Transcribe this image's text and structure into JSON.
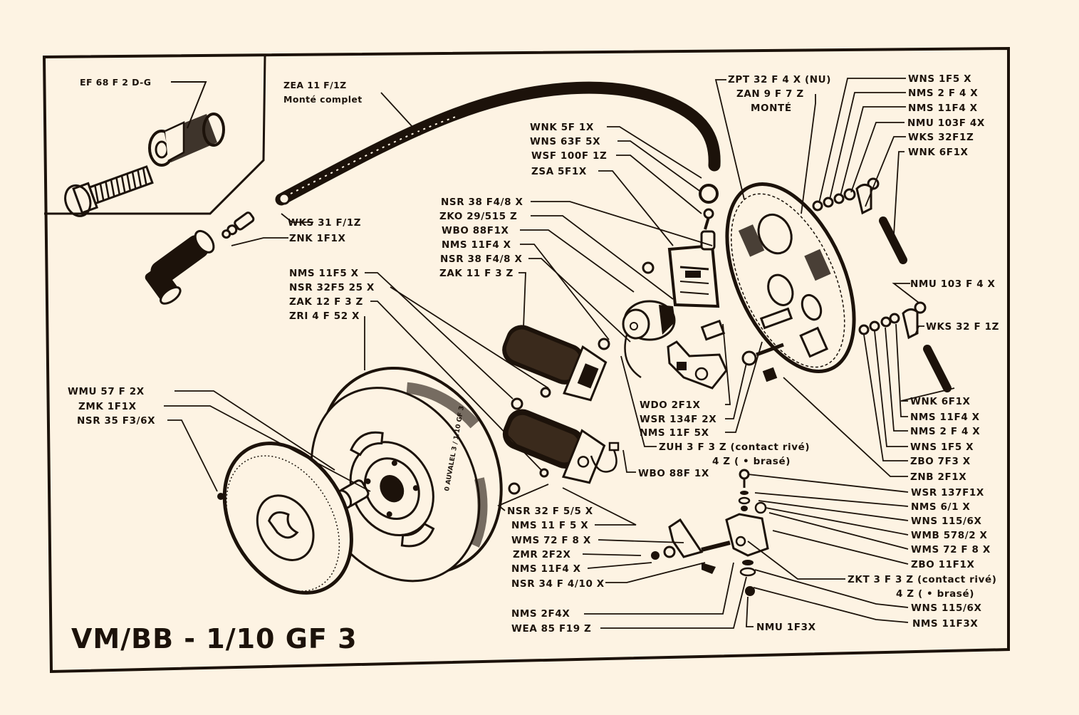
{
  "diagram": {
    "title": "VM/BB - 1/10 GF 3",
    "colors": {
      "paper": "#fdf3e3",
      "ink": "#1c120a"
    },
    "inset": {
      "part_label": "EF 68 F 2 D-G"
    },
    "labels": {
      "hightension_lead": "ZEA 11 F/1Z",
      "hightension_lead_note": "Monté complet",
      "wks31": "WKS 31 F/1Z",
      "znk": "ZNK 1F1X",
      "wnk5": "WNK 5F 1X",
      "wns63": "WNS 63F 5X",
      "wsf100": "WSF 100F 1Z",
      "zsa5": "ZSA 5F1X",
      "nsr38a": "NSR 38 F4/8 X",
      "zko": "ZKO 29/515 Z",
      "wbo88a": "WBO 88F1X",
      "nms11f4a": "NMS 11F4 X",
      "nsr38b": "NSR 38 F4/8 X",
      "zak11": "ZAK 11 F 3 Z",
      "nms11f5a": "NMS 11F5 X",
      "nsr32f5": "NSR 32F5  25 X",
      "zak12": "ZAK 12 F 3 Z",
      "zri4": "ZRI 4 F 52 X",
      "wmu57": "WMU 57 F 2X",
      "zmk": "ZMK 1F1X",
      "nsr35": "NSR 35 F3/6X",
      "zpt": "ZPT 32 F 4 X (NU)",
      "zan": "ZAN 9 F 7 Z",
      "zan_note": "MONTÉ",
      "wns1f5a": "WNS 1F5 X",
      "nms2f4a": "NMS 2 F 4 X",
      "nms11f4b": "NMS 11F4 X",
      "nmu103a": "NMU 103F 4X",
      "wks32a": "WKS 32F1Z",
      "wnk6a": "WNK 6F1X",
      "nmu103b": "NMU 103 F 4 X",
      "wks32b": "WKS 32 F 1Z",
      "wnk6b": "WNK 6F1X",
      "nms11f4c": "NMS 11F4 X",
      "nms2f4b": "NMS 2 F 4 X",
      "wns1f5b": "WNS 1F5 X",
      "zbo7": "ZBO 7F3 X",
      "znb2": "ZNB 2F1X",
      "wdo2": "WDO 2F1X",
      "wsr134": "WSR 134F 2X",
      "nms11f5b": "NMS 11F  5X",
      "zuh": "ZUH 3 F 3 Z (contact rivé)",
      "zuh_alt": "4 Z (    •    brasé)",
      "wbo88b": "WBO 88F 1X",
      "wsr137": "WSR 137F1X",
      "nms6": "NMS 6/1 X",
      "wns115a": "WNS 115/6X",
      "wmb578": "WMB 578/2 X",
      "wms72a": "WMS 72 F 8 X",
      "zbo11": "ZBO 11F1X",
      "zkt": "ZKT 3 F 3 Z (contact rivé)",
      "zkt_alt": "4 Z (    •    brasé)",
      "wns115b": "WNS 115/6X",
      "nms11f3": "NMS 11F3X",
      "nmu1f3": "NMU 1F3X",
      "nsr32f55": "NSR 32 F 5/5 X",
      "nms11f5c": "NMS 11 F 5 X",
      "wms72b": "WMS 72 F 8 X",
      "zmr": "ZMR 2F2X",
      "nms11f4d": "NMS 11F4 X",
      "nsr34": "NSR 34 F 4/10 X",
      "nms2f4c": "NMS 2F4X",
      "wea85": "WEA 85 F19 Z"
    },
    "flywheel_stamp": "0 AUVALEL 3 / 1/10 GF 3"
  }
}
